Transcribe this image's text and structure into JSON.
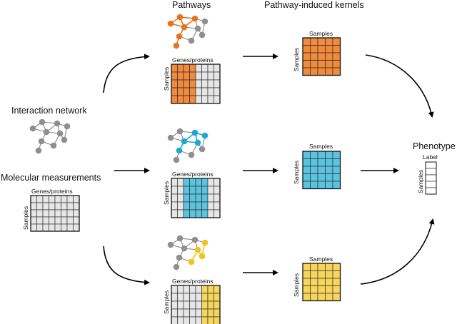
{
  "headers": {
    "pathways": "Pathways",
    "kernels": "Pathway-induced kernels",
    "phenotype": "Phenotype"
  },
  "inputs": {
    "network": "Interaction network",
    "measurements": "Molecular measurements"
  },
  "matrix": {
    "genes": "Genes/proteins",
    "samples": "Samples",
    "label": "Label"
  },
  "colors": {
    "orange": "#f08a3c",
    "orange_dark": "#e8731e",
    "blue": "#5bc3de",
    "blue_dark": "#1fa8cf",
    "yellow": "#f5d55c",
    "yellow_dark": "#f0c419",
    "gray": "#e6e6e6",
    "node": "#8f8f8f"
  }
}
